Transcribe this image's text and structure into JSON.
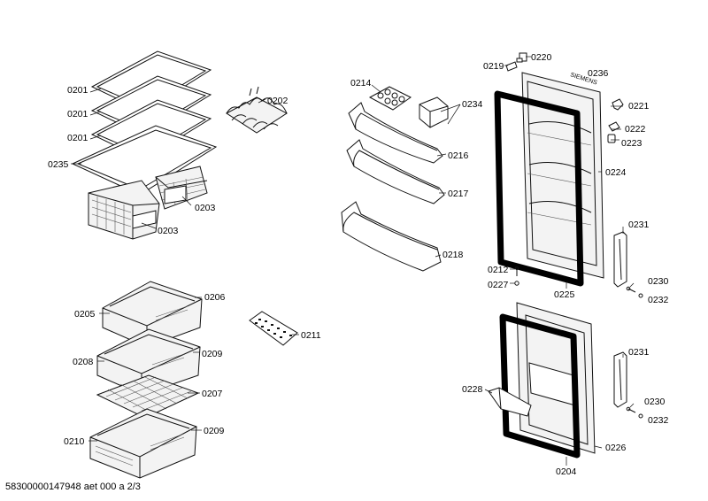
{
  "diagram": {
    "brand_text": "SIEMENS",
    "footer": "58300000147948 aet 000 a 2/3",
    "labels": {
      "l0201a": "0201",
      "l0201b": "0201",
      "l0201c": "0201",
      "l0235": "0235",
      "l0202": "0202",
      "l0203a": "0203",
      "l0203b": "0203",
      "l0205": "0205",
      "l0206": "0206",
      "l0208": "0208",
      "l0209a": "0209",
      "l0207": "0207",
      "l0210": "0210",
      "l0209b": "0209",
      "l0211": "0211",
      "l0214": "0214",
      "l0234": "0234",
      "l0216": "0216",
      "l0217": "0217",
      "l0218": "0218",
      "l0219": "0219",
      "l0220": "0220",
      "l0236": "0236",
      "l0221": "0221",
      "l0222": "0222",
      "l0223": "0223",
      "l0224": "0224",
      "l0231a": "0231",
      "l0212": "0212",
      "l0227": "0227",
      "l0225": "0225",
      "l0230a": "0230",
      "l0232a": "0232",
      "l0231b": "0231",
      "l0228": "0228",
      "l0230b": "0230",
      "l0232b": "0232",
      "l0226": "0226",
      "l0204": "0204"
    }
  }
}
